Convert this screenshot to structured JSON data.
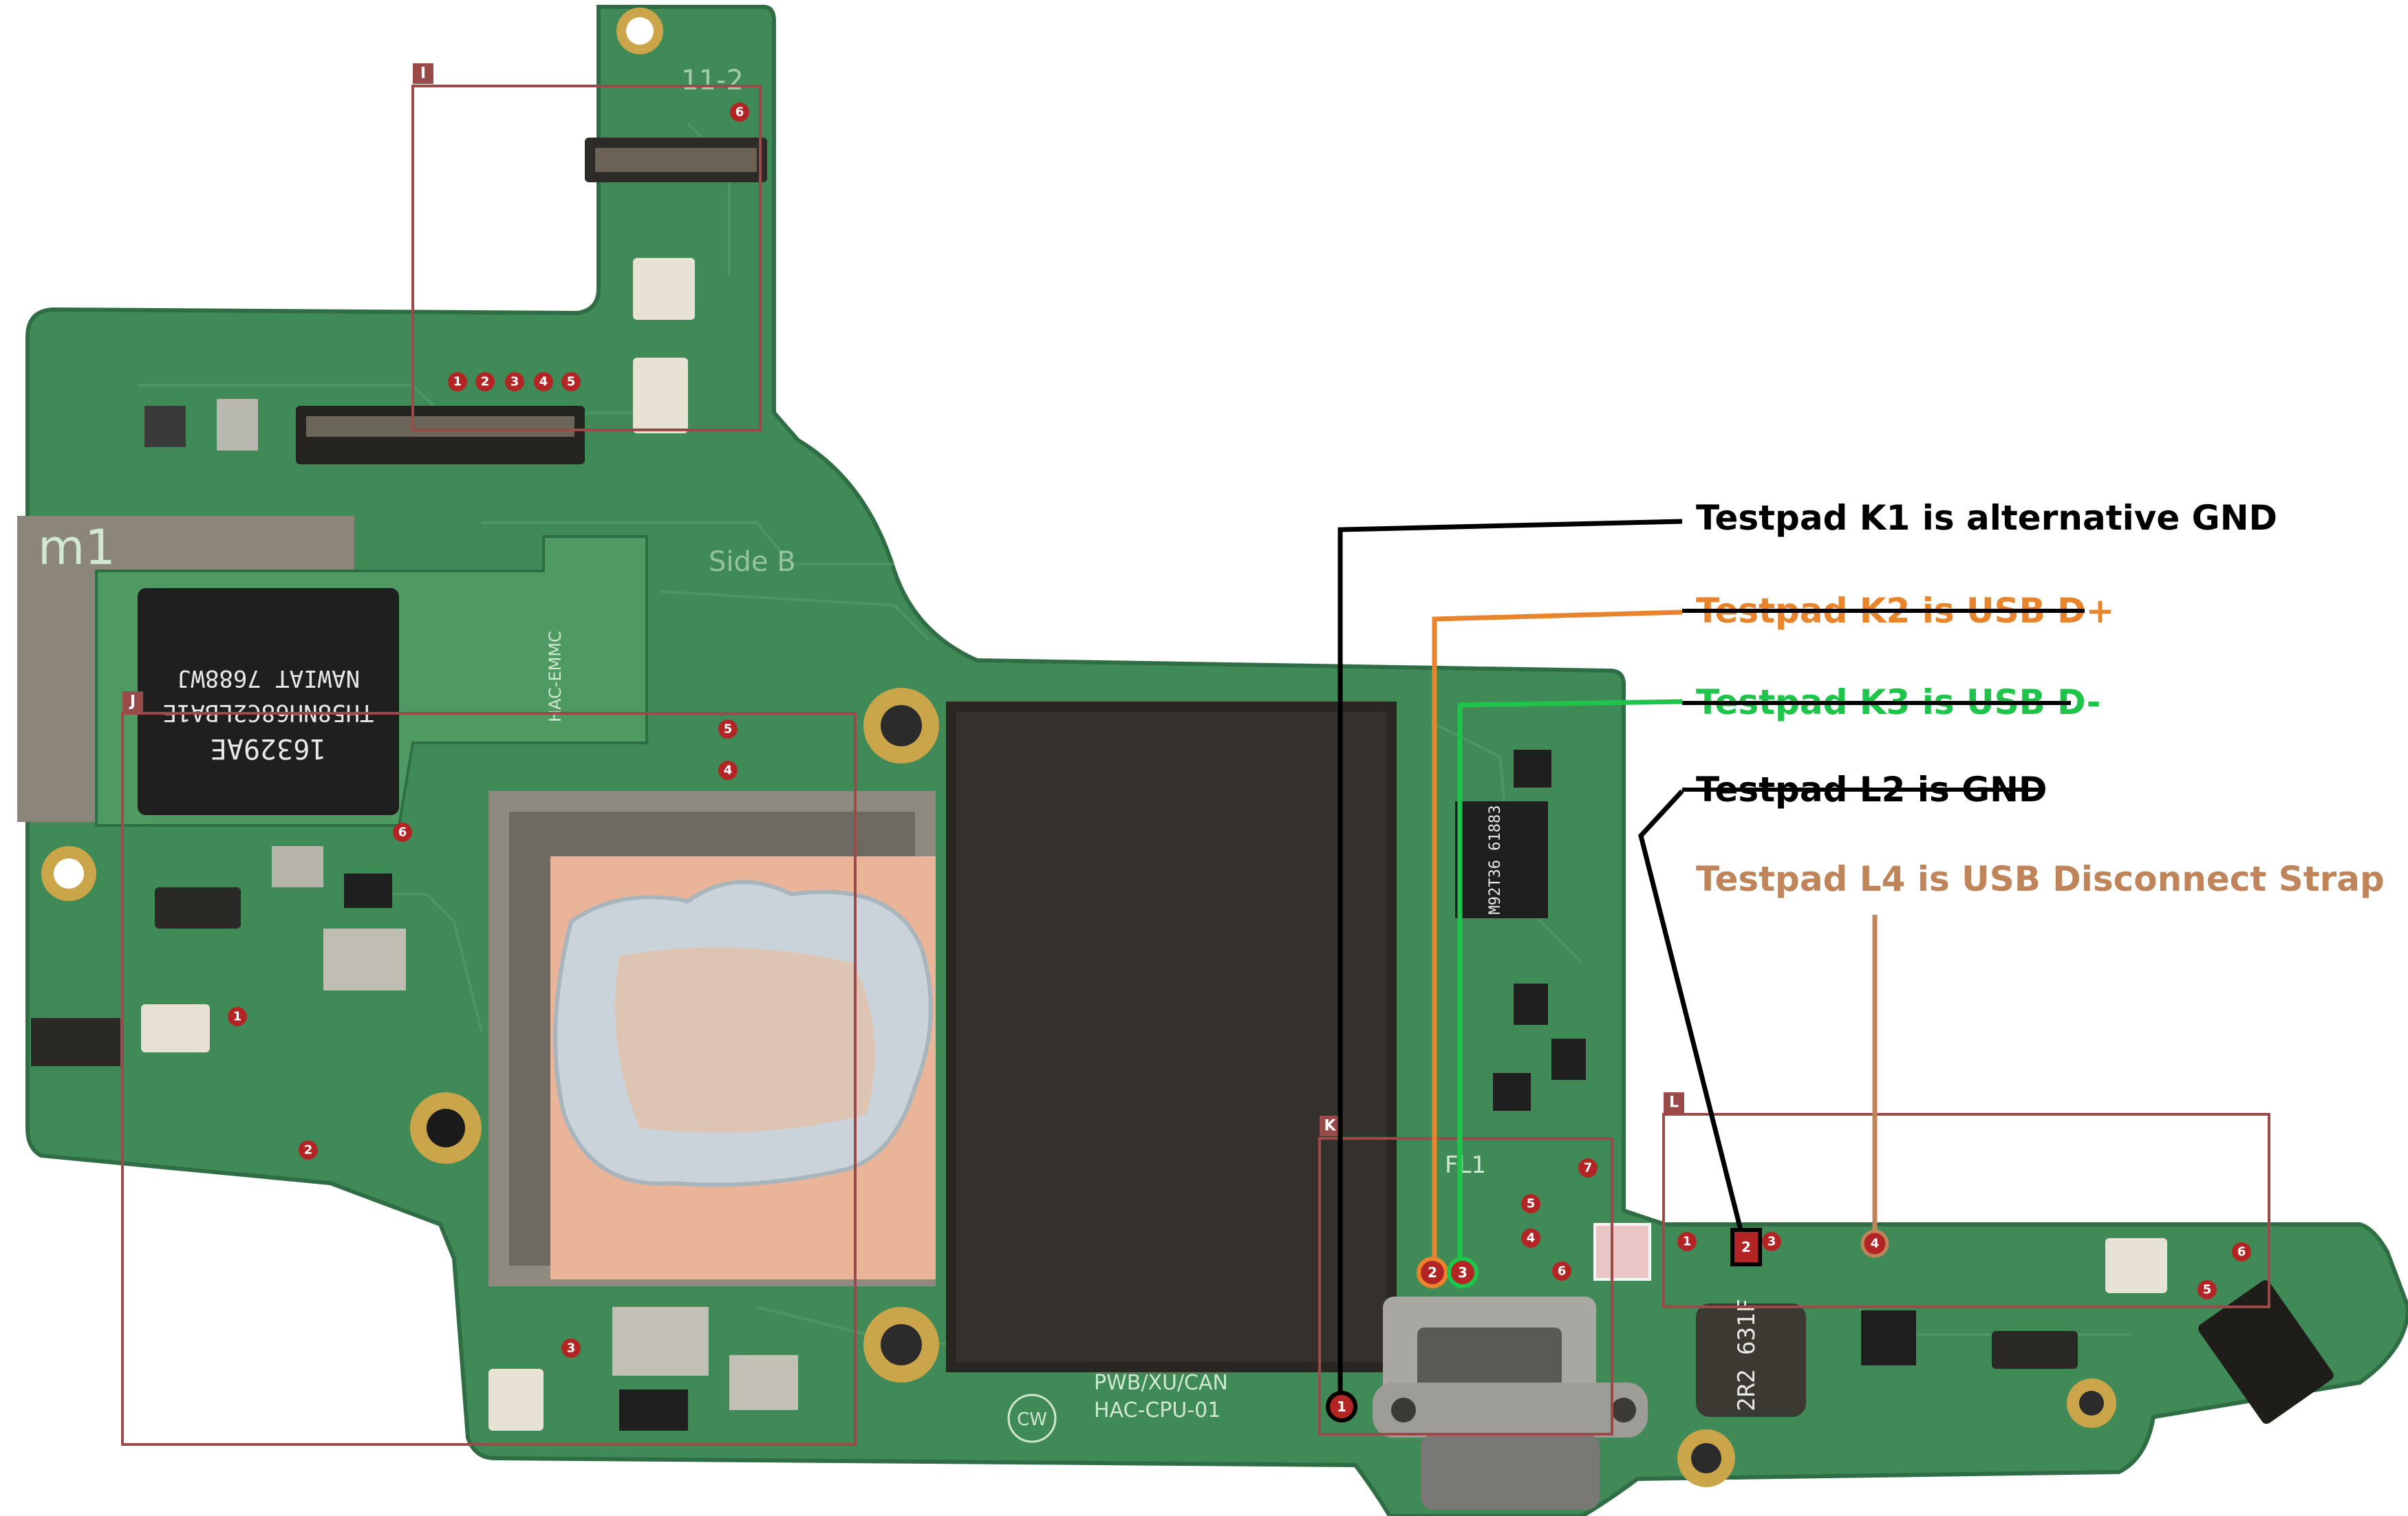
{
  "board": {
    "emmc": {
      "line1": "NAWIAT 7688WJ",
      "line2": "TH58NH68C2LBA1E",
      "line3": "16329AE",
      "silk_label": "HAC-EMMC",
      "corner_label": "m1",
      "side_label": "Side B"
    },
    "board_label": "PWB/XU/CAN",
    "board_model": "HAC-CPU-01",
    "cw_logo": "CW",
    "connector_label": "11-2",
    "fl_label": "FL1",
    "usb_ic_label": "M92T36 61883",
    "inductor_label": "2R2 631F"
  },
  "notes": [
    {
      "id": "k1",
      "text": "Testpad K1 is alternative GND",
      "color": "#000000",
      "struck": false
    },
    {
      "id": "k2",
      "text": "Testpad K2 is USB D+",
      "color": "#e8852c",
      "struck": true
    },
    {
      "id": "k3",
      "text": "Testpad K3 is USB D-",
      "color": "#1fc44a",
      "struck": true
    },
    {
      "id": "l2",
      "text": "Testpad L2 is GND",
      "color": "#000000",
      "struck": true
    },
    {
      "id": "l4",
      "text": "Testpad L4 is USB Disconnect Strap",
      "color": "#c0845a",
      "struck": false
    }
  ],
  "regions": {
    "I": {
      "letter": "I",
      "pads": [
        "1",
        "2",
        "3",
        "4",
        "5",
        "6"
      ]
    },
    "J": {
      "letter": "J",
      "pads": [
        "1",
        "2",
        "3",
        "4",
        "5",
        "6"
      ]
    },
    "K": {
      "letter": "K",
      "pads": [
        "1",
        "2",
        "3",
        "4",
        "5",
        "6",
        "7"
      ]
    },
    "L": {
      "letter": "L",
      "pads": [
        "1",
        "2",
        "3",
        "4",
        "5",
        "6"
      ]
    }
  },
  "colors": {
    "pcb": "#3f8a57",
    "pcb_dark": "#2f6e44",
    "region_box": "#9b4a4a",
    "pad": "#b32424",
    "shield": "#2a2622",
    "copper": "#e9b497",
    "paste": "#c9d3d9"
  }
}
